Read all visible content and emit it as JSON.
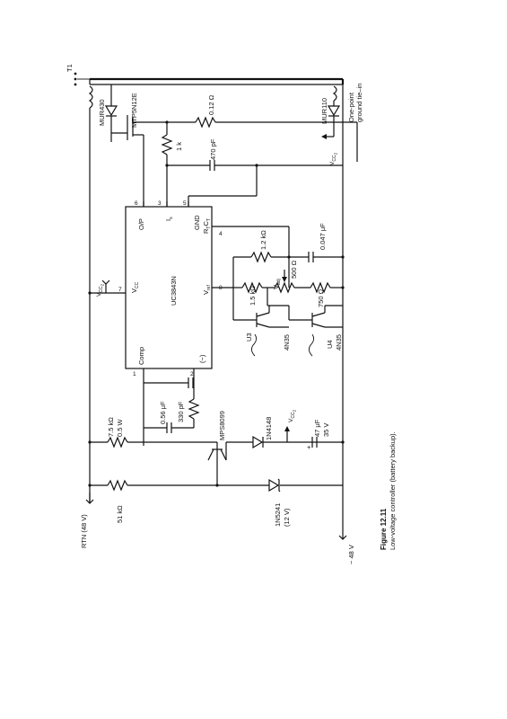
{
  "figure": {
    "number": "Figure 12.11",
    "caption": "Low-voltage controller (battery backup)."
  },
  "ic": {
    "part": "UC3843N",
    "pins": {
      "op": "O/P",
      "isense": "I",
      "isense_sub": "s",
      "gnd": "GND",
      "rtct": "R",
      "rtct_sub1": "T",
      "rtct_mid": "C",
      "rtct_sub2": "T",
      "vcc": "V",
      "vcc_sub": "CC",
      "vref": "V",
      "vref_sub": "ref",
      "comp": "Comp",
      "fb": "(−)"
    },
    "pin_numbers": {
      "p6": "6",
      "p3": "3",
      "p5": "5",
      "p4": "4",
      "p7": "7",
      "p8": "8",
      "p1": "1",
      "p2": "2"
    }
  },
  "labels": {
    "t1": "T1",
    "mur430": "MUR430",
    "mtp": "MTP5N12E",
    "r012": "0.12 Ω",
    "mur110": "MUR110",
    "ground_tie_1": "One-point",
    "ground_tie_2": "ground tie–in",
    "r1k": "1 k",
    "c470": "470 pF",
    "vcc2_top": "V",
    "vcc2_top_sub": "CC",
    "vcc2_top_sub2": "2",
    "vcc2_mid": "V",
    "vcc2_mid_sub": "CC",
    "vcc2_mid_sub2": "2",
    "vcc2_right": "V",
    "vcc2_right_sub": "CC",
    "vcc2_right_sub2": "2",
    "r12k": "1.2 kΩ",
    "c0047": "0.047 μF",
    "vadj": "V",
    "vadj_sub": "adj",
    "r500": "500 Ω",
    "r15k": "1.5 kΩ",
    "r750": "750 Ω",
    "u3": "U3",
    "u3_part": "4N35",
    "u4": "U4",
    "u4_part": "4N35",
    "c056": "0.56 μF",
    "c330": "330 pF",
    "mps": "MPS8099",
    "r75k": "7.5 kΩ",
    "r75k_w": "0.5 W",
    "d4148": "1N4148",
    "c47": "47 μF",
    "c47_v": "35 V",
    "cap_plus": "+",
    "rtn": "RTN (48 V)",
    "r51k": "51 kΩ",
    "zener": "1N5241",
    "zener_v": "(12 V)",
    "neg48": "− 48 V"
  }
}
